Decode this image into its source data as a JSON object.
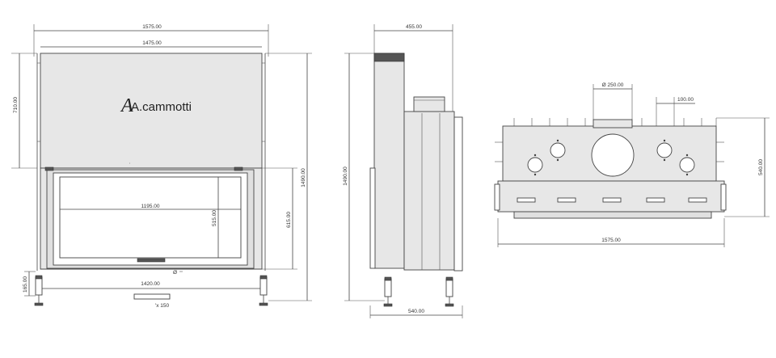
{
  "front_view": {
    "brand_logo": "A.cammotti",
    "dims": {
      "overall_width": "1575.00",
      "inner_width": "1475.00",
      "top_height": "710.00",
      "glass_width": "1195.00",
      "glass_height": "515.00",
      "opening_height": "615.00",
      "total_height": "1490.00",
      "base_width": "1420.00",
      "base_height": "165.00",
      "diameter_mark": "Ø",
      "bottom_note": "'x 150"
    }
  },
  "side_view": {
    "dims": {
      "top_depth": "455.00",
      "height": "1490.00",
      "bottom_depth": "540.00"
    }
  },
  "top_view": {
    "dims": {
      "flue_diameter": "Ø 250.00",
      "offset": "100.00",
      "depth": "540.00",
      "width": "1575.00"
    }
  },
  "colors": {
    "line": "#444444",
    "fill": "#e7e7e7",
    "background": "#ffffff"
  }
}
